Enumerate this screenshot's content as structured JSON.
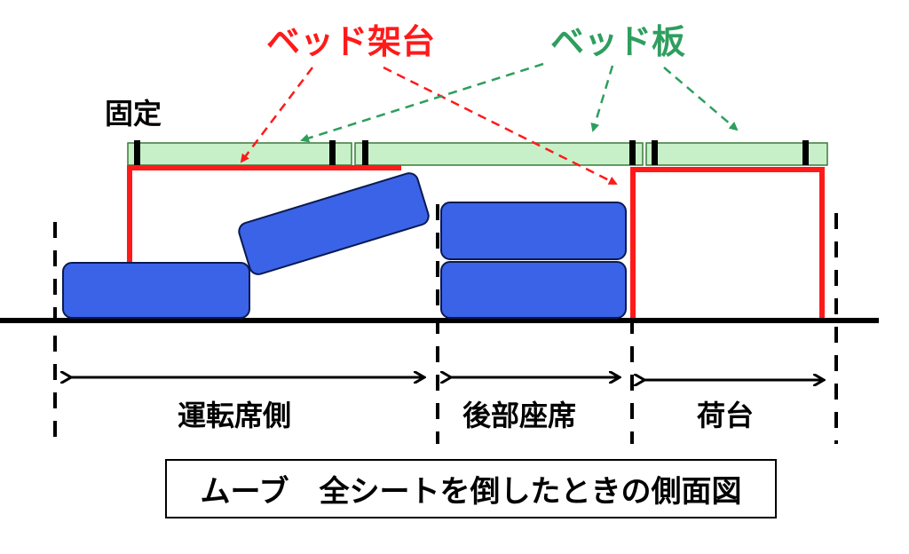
{
  "labels": {
    "bed_frame": "ベッド架台",
    "bed_board": "ベッド板",
    "fixed": "固定"
  },
  "sections": {
    "driver_side": "運転席側",
    "rear_seat": "後部座席",
    "cargo": "荷台"
  },
  "caption": "ムーブ　全シートを倒したときの側面図",
  "colors": {
    "frame": "#ff1a1a",
    "board_fill": "#c8f0c8",
    "board_stroke": "#3a7a3a",
    "seat_fill": "#3a63e8",
    "seat_stroke": "#0a1a50",
    "green_label": "#2e9e5e",
    "red_label": "#ff1a1a"
  }
}
